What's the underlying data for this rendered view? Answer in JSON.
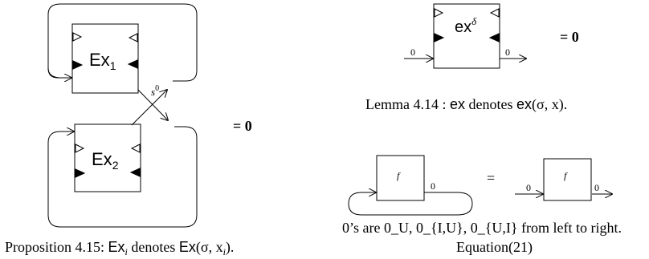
{
  "left_diagram": {
    "box1_label": "Ex",
    "box1_sub": "1",
    "box2_label": "Ex",
    "box2_sub": "2",
    "wire_label": "s",
    "wire_label_sup": "0",
    "equals_text": "= 0"
  },
  "top_right_diagram": {
    "box_label": "ex",
    "box_sup": "δ",
    "in_label": "0",
    "out_label": "0",
    "equals_text": "= 0"
  },
  "bottom_right_diagram": {
    "box_label": "f",
    "loop_out_label": "0",
    "equals_sign": "=",
    "rhs_box_label": "f",
    "rhs_in_label": "0",
    "rhs_out_label": "0"
  },
  "captions": {
    "left": {
      "prefix": "Proposition 4.15:",
      "ex": "Ex",
      "ex_sub": "i",
      "mid": "denotes",
      "fn": "Ex",
      "args": "(σ, x",
      "args_sub": "i",
      "suffix": ")."
    },
    "lemma": {
      "prefix": "Lemma 4.14 :",
      "ex": "ex",
      "mid": "denotes",
      "fn": "ex",
      "args": "(σ, x)."
    },
    "zeros_line": "0’s are 0_U, 0_{I,U}, 0_{U,I} from left to right.",
    "equation": "Equation(21)"
  }
}
